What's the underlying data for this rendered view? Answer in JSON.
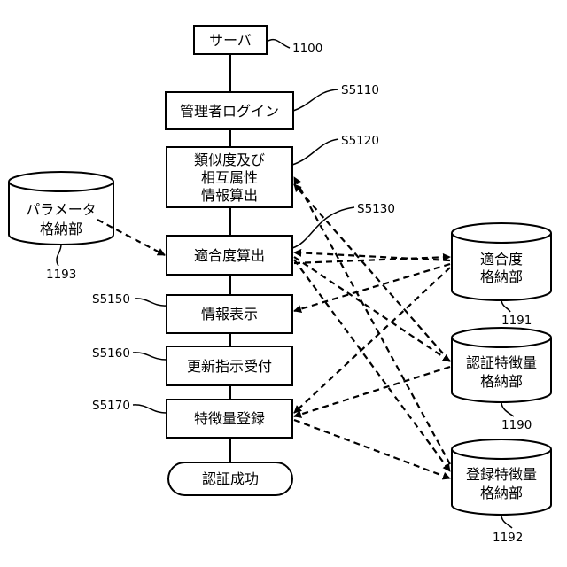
{
  "nodes": {
    "server": "サーバ",
    "login": "管理者ログイン",
    "calc_line1": "類似度及び",
    "calc_line2": "相互属性",
    "calc_line3": "情報算出",
    "fitness": "適合度算出",
    "display": "情報表示",
    "update": "更新指示受付",
    "register": "特徴量登録",
    "success": "認証成功"
  },
  "stores": {
    "param_line1": "パラメータ",
    "param_line2": "格納部",
    "fit_line1": "適合度",
    "fit_line2": "格納部",
    "auth_line1": "認証特徴量",
    "auth_line2": "格納部",
    "reg_line1": "登録特徴量",
    "reg_line2": "格納部"
  },
  "refs": {
    "server": "1100",
    "login": "S5110",
    "calc": "S5120",
    "fitness": "S5130",
    "display": "S5150",
    "update": "S5160",
    "register": "S5170",
    "param_store": "1193",
    "fit_store": "1191",
    "auth_store": "1190",
    "reg_store": "1192"
  }
}
